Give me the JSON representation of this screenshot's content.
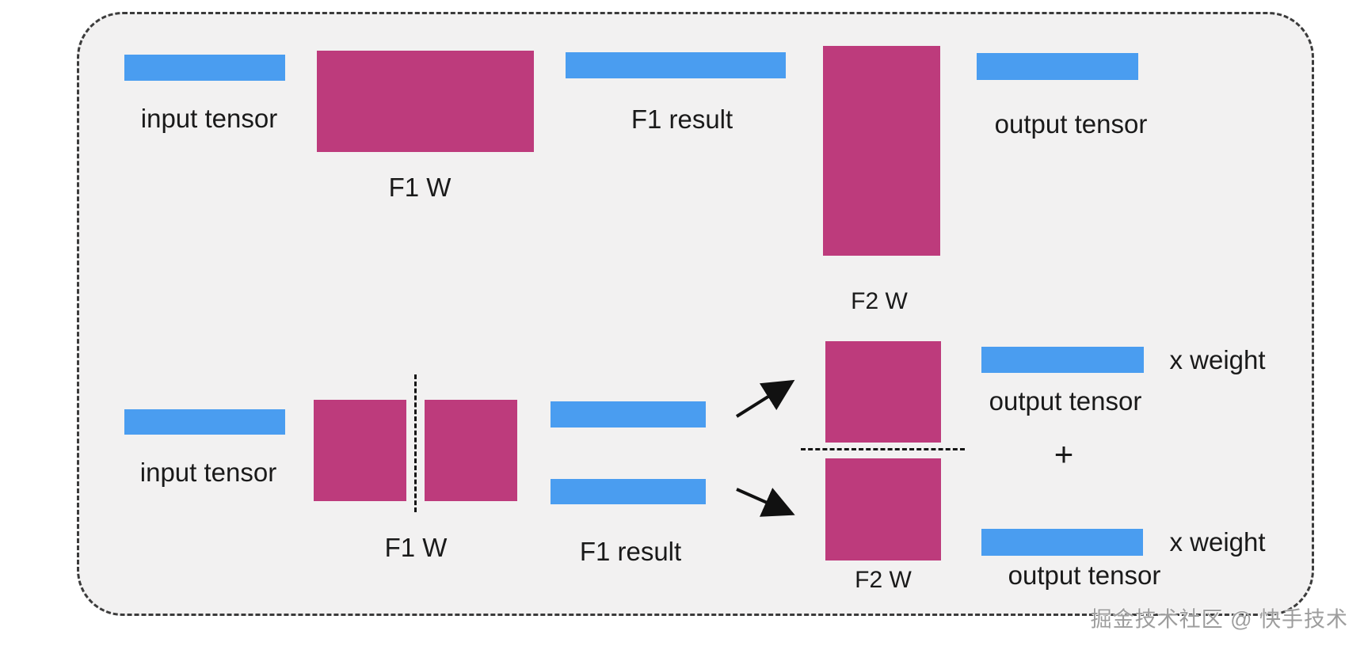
{
  "colors": {
    "tensor_blue": "#4a9df0",
    "weight_magenta": "#bd3b7c",
    "panel_background": "#f2f1f1",
    "panel_border": "#3b3b3b",
    "text": "#1a1a1a",
    "watermark_gray": "#9d9d9d"
  },
  "top_flow": {
    "input_tensor_label": "input tensor",
    "f1_weight_label": "F1 W",
    "f1_result_label": "F1 result",
    "f2_weight_label": "F2 W",
    "output_tensor_label": "output tensor"
  },
  "bottom_flow": {
    "input_tensor_label": "input tensor",
    "f1_weight_label": "F1 W",
    "f1_result_label": "F1 result",
    "f2_weight_label": "F2 W",
    "x_weight_top_label": "x weight",
    "output_tensor_top_label": "output tensor",
    "plus_label": "+",
    "x_weight_bottom_label": "x weight",
    "output_tensor_bottom_label": "output tensor"
  },
  "watermark": {
    "text": "掘金技术社区 @ 快手技术"
  }
}
